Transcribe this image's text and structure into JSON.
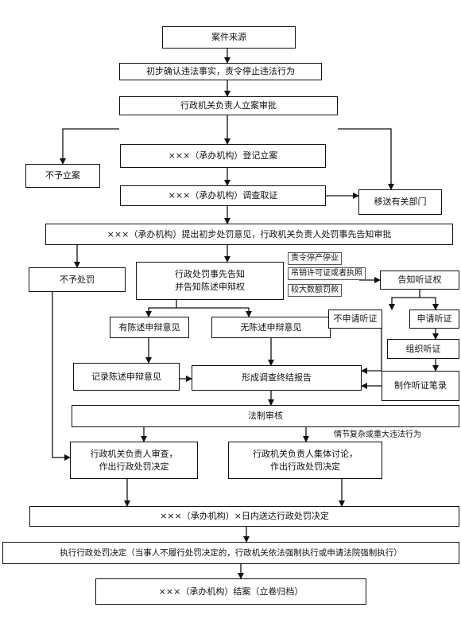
{
  "nodes": {
    "case_source": "案件来源",
    "preliminary": "初步确认违法事实，责令停止违法行为",
    "approve_filing": "行政机关负责人立案审批",
    "register": "×××（承办机构）登记立案",
    "no_filing": "不予立案",
    "investigate": "×××（承办机构）调查取证",
    "transfer": "移送有关部门",
    "initial_opinion": "×××（承办机构）提出初步处罚意见，行政机关负责人处罚事先告知审批",
    "no_penalty": "不予处罚",
    "prior_notice_1": "行政处罚事先告知",
    "prior_notice_2": "并告知陈述申辩权",
    "notify_hearing": "告知听证权",
    "with_statement": "有陈述申辩意见",
    "no_statement": "无陈述申辩意见",
    "no_hearing_request": "不申请听证",
    "hearing_request": "申请听证",
    "organize_hearing": "组织听证",
    "record_statement": "记录陈述申辩意见",
    "final_report": "形成调查终结报告",
    "hearing_record": "制作听证笔录",
    "legal_review": "法制审核",
    "head_review_1": "行政机关负责人审查，",
    "head_review_2": "作出行政处罚决定",
    "collective_1": "行政机关负责人集体讨论，",
    "collective_2": "作出行政处罚决定",
    "deliver": "×××（承办机构）×日内送达行政处罚决定",
    "execute": "执行行政处罚决定（当事人不履行处罚决定的，行政机关依法强制执行或申请法院强制执行）",
    "close_case": "×××（承办机构）结案（立卷归档）"
  },
  "notes": {
    "order_stop": "责令停产停业",
    "revoke_license": "吊销许可证或者执照",
    "large_fine": "较大数额罚款",
    "complex_case": "情节复杂或重大违法行为"
  }
}
